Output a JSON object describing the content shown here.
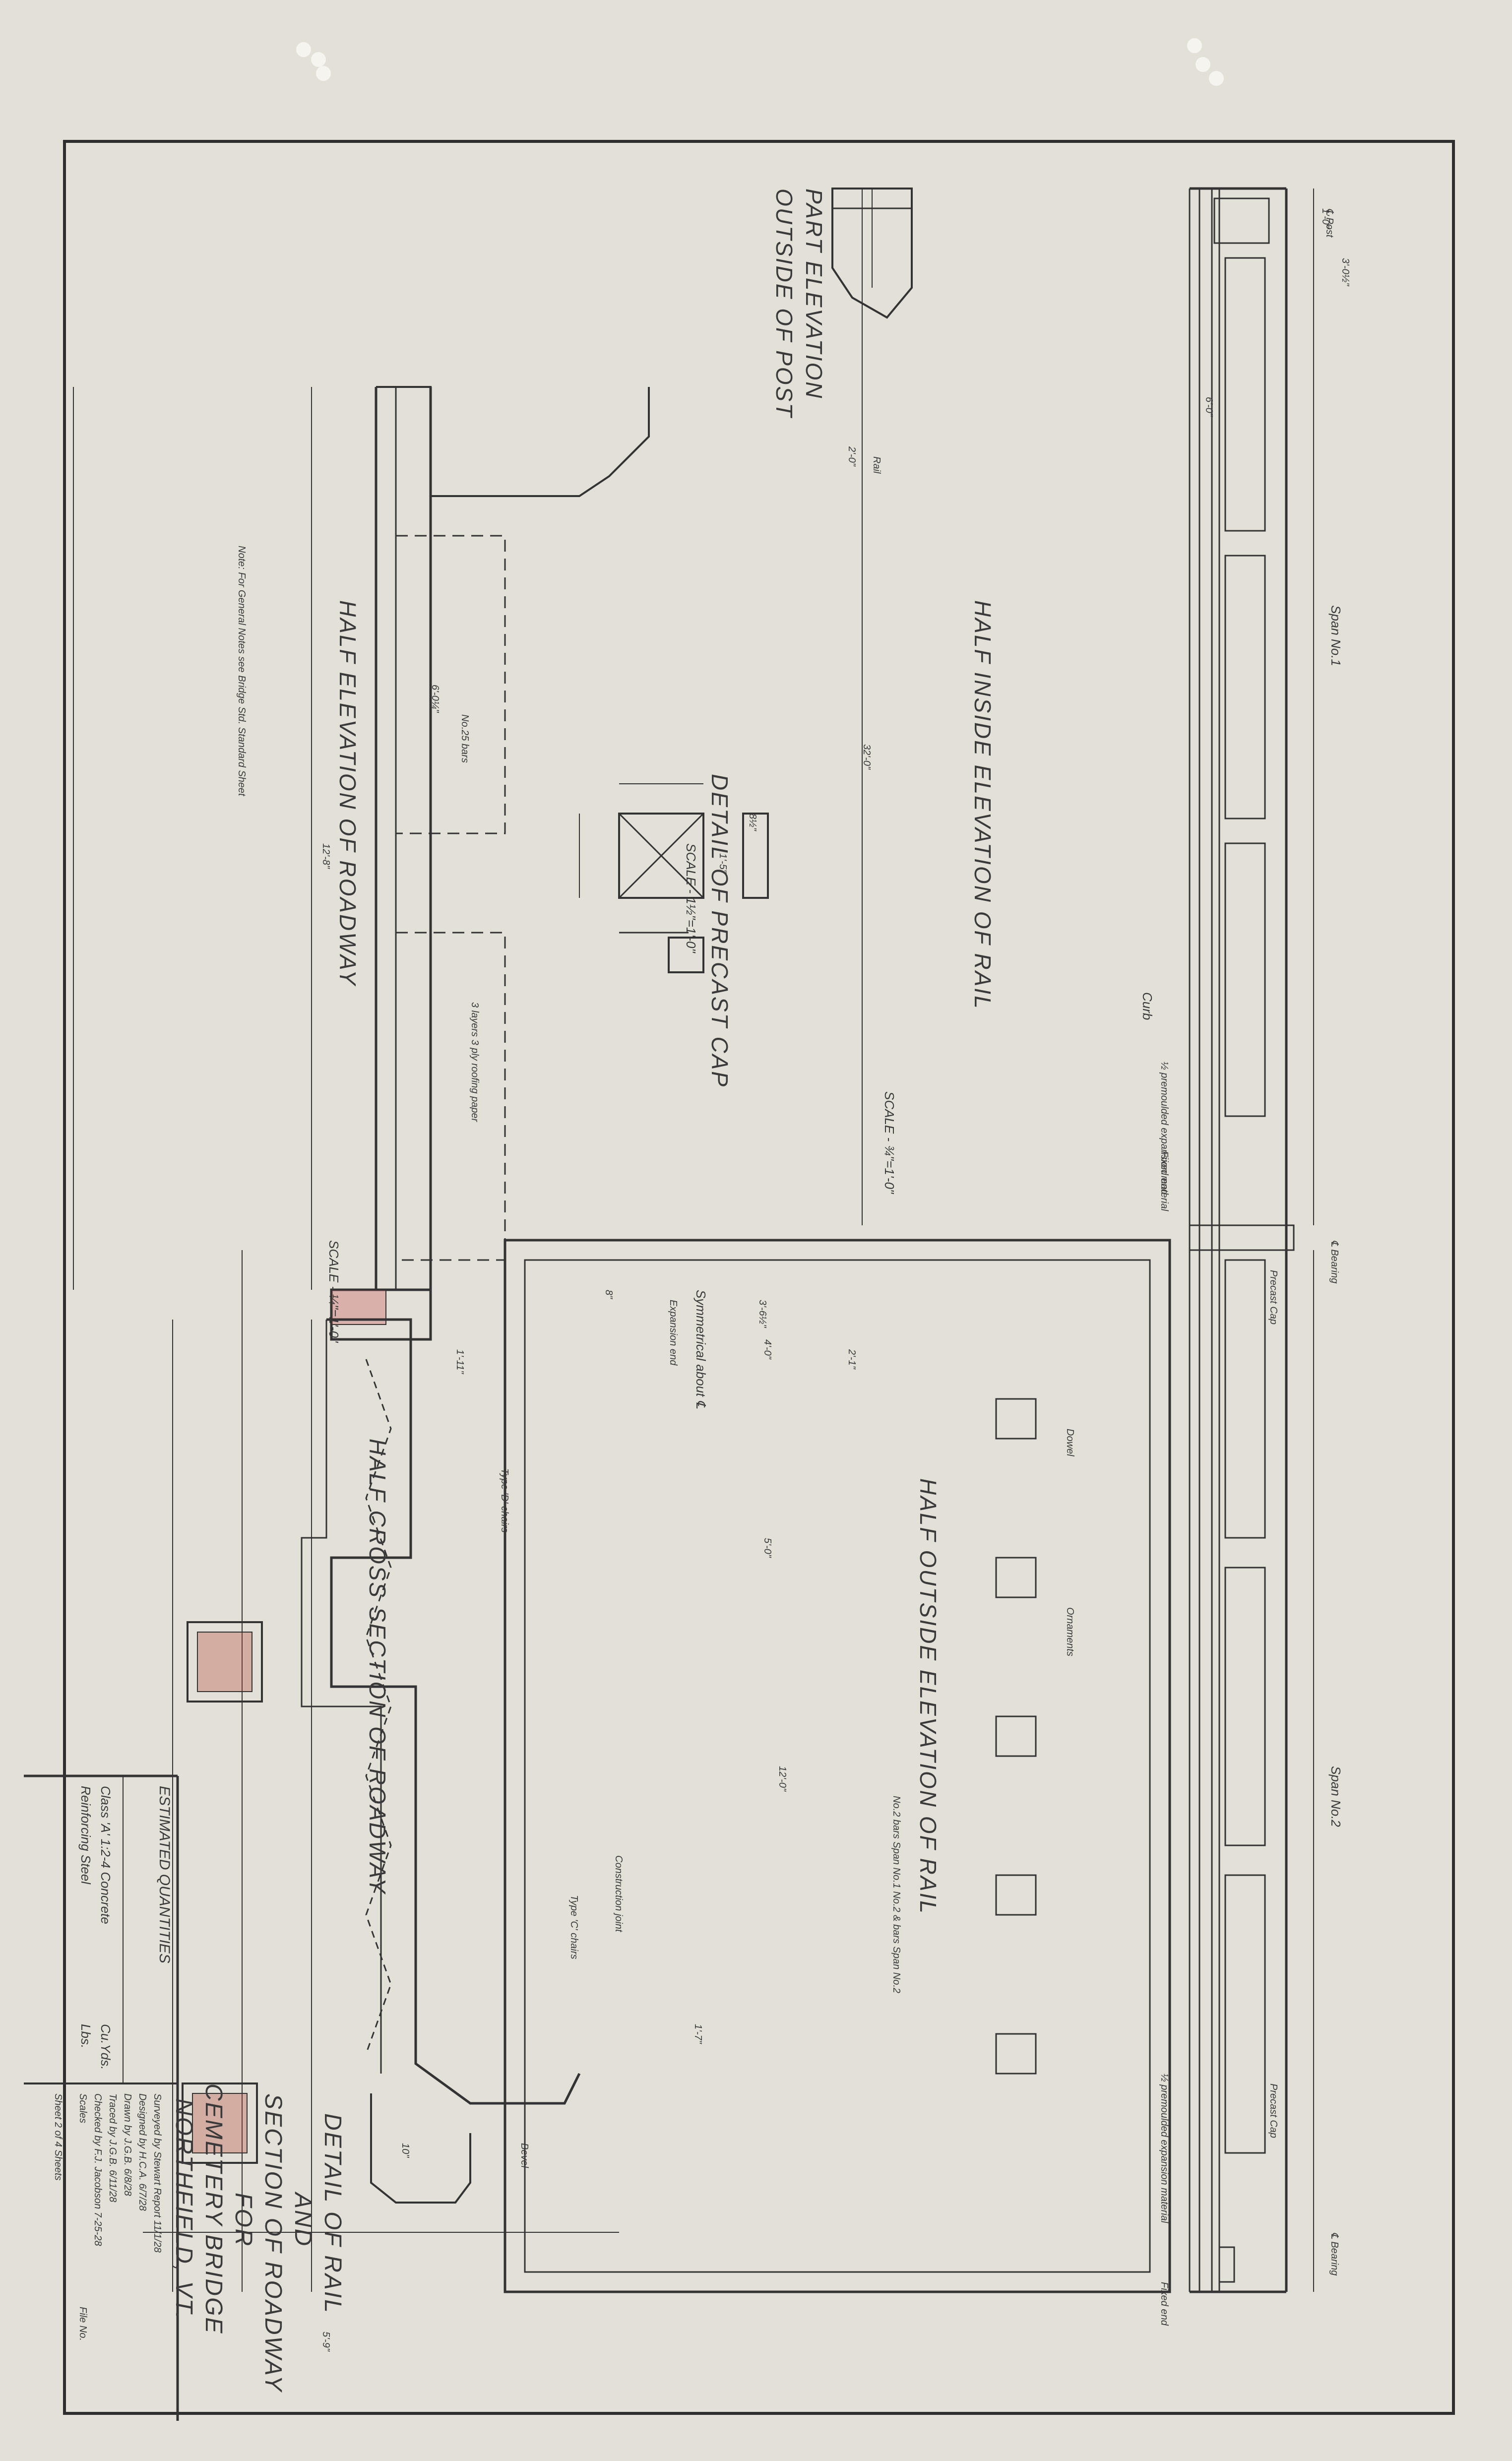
{
  "sheet_labels": {
    "part_elevation": "PART ELEVATION",
    "outside_of_post": "OUTSIDE OF POST",
    "half_inside_elevation": "HALF INSIDE ELEVATION OF RAIL",
    "half_outside_elevation": "HALF OUTSIDE ELEVATION OF RAIL",
    "detail_precast_cap": "DETAIL OF PRECAST CAP",
    "scale_cap": "SCALE - 1½\"=1'-0\"",
    "half_elevation_roadway": "HALF ELEVATION OF ROADWAY",
    "half_cross_section": "HALF CROSS SECTION OF ROADWAY",
    "scale_rail": "SCALE - ¾\"=1'-0\"",
    "scale_roadway": "SCALE - ¼\"=1'-0\"",
    "span1": "Span No.1",
    "span2": "Span No.2",
    "symmetrical": "Symmetrical about ℄",
    "note": "Note: For General Notes see Bridge Std. Standard Sheet",
    "curb": "Curb",
    "bearing_top": "℄ Bearing",
    "bearing_bottom": "℄ Bearing",
    "c_post": "℄ Post",
    "rail": "Rail",
    "precast_cap": "Precast Cap",
    "precast_cap2": "Precast Cap",
    "fixed_end": "Fixed end",
    "fixed_end2": "Fixed end",
    "expansion_end": "Expansion end",
    "expansion_material": "½ premoulded expansion material",
    "expansion_material2": "½ premoulded expansion material",
    "dowel": "Dowel",
    "ornaments": "Ornaments",
    "bars_note": "No.2 bars Span No.1 No.2 & bars Span No.2",
    "construction_joint": "Construction joint",
    "type_c_chairs": "Type 'C' chairs",
    "type_d_chairs": "Type 'D' chairs",
    "paper_joint": "3 layers 3 ply roofing paper",
    "bevel": "Bevel",
    "no25_bars": "No.25 bars"
  },
  "dimensions": {
    "d_1_0": "1'-0\"",
    "d_3_0_half": "3'-0½\"",
    "d_2_0": "2'-0\"",
    "d_6_0": "6'-0\"",
    "d_32_0": "32'-0\"",
    "d_12_8": "12'-8\"",
    "d_6_0_quarter": "6'-0¼\"",
    "d_12_0": "12'-0\"",
    "d_4_0": "4'-0\"",
    "d_5_0": "5'-0\"",
    "d_5_9": "5'-9\"",
    "d_1_11": "1'-11\"",
    "d_1_5": "1'-5\"",
    "d_8_half": "8½\"",
    "d_1_7": "1'-7\"",
    "d_2_1": "2'-1\"",
    "d_3_6_half": "3'-6½\"",
    "d_10": "10\"",
    "d_8": "8\""
  },
  "quantities": {
    "header": "ESTIMATED QUANTITIES",
    "row1_label": "Class 'A' 1:2-4 Concrete",
    "row1_unit": "Cu.Yds.",
    "row2_label": "Reinforcing Steel",
    "row2_unit": "Lbs."
  },
  "title_block": {
    "line1": "DETAIL OF RAIL",
    "line2": "AND",
    "line3": "SECTION OF ROADWAY",
    "line4": "FOR",
    "line5": "CEMETERY BRIDGE",
    "line6": "NORTHFIELD, VT.",
    "surveyed": "Surveyed by Stewart Report 11/1/28",
    "designed": "Designed by H.C.A. 6/7/28",
    "drawn": "Drawn by J.G.B. 6/8/28",
    "traced": "Traced by J.G.B. 6/11/28",
    "checked": "Checked by F.J. Jacobson 7-25-28",
    "scales": "Scales",
    "file_no": "File No.",
    "sheet": "Sheet 2 of 4 Sheets"
  },
  "colors": {
    "paper": "#e3e0d8",
    "ink": "#333333",
    "pencil": "#8a8a8a"
  }
}
